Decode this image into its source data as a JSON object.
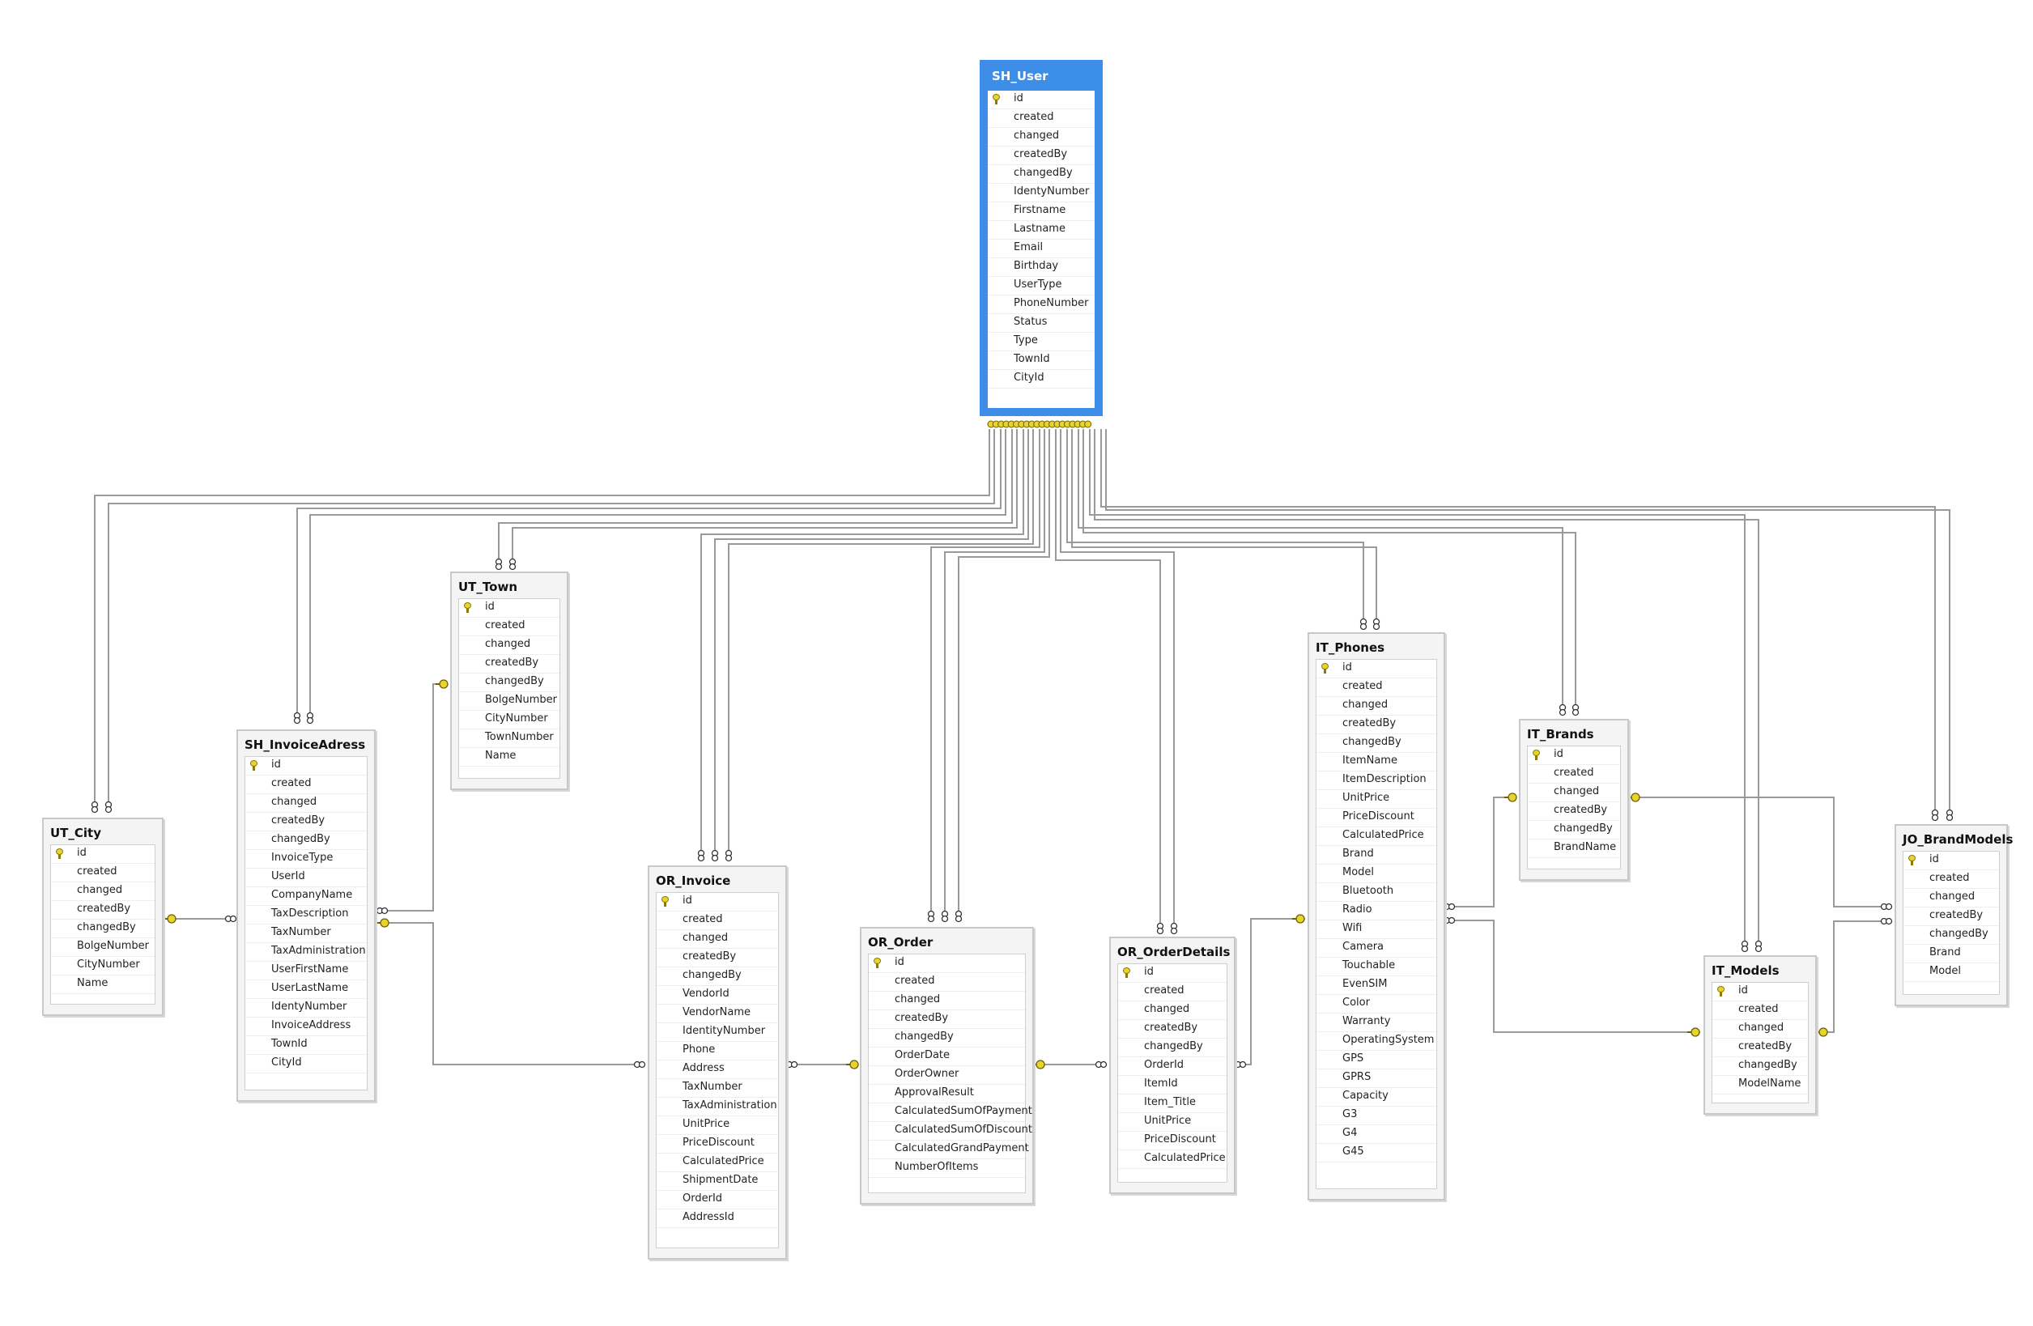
{
  "tables": [
    {
      "name": "SH_User",
      "selected": true,
      "columns": [
        "id",
        "created",
        "changed",
        "createdBy",
        "changedBy",
        "IdentyNumber",
        "Firstname",
        "Lastname",
        "Email",
        "Birthday",
        "UserType",
        "PhoneNumber",
        "Status",
        "Type",
        "TownId",
        "CityId"
      ]
    },
    {
      "name": "UT_Town",
      "columns": [
        "id",
        "created",
        "changed",
        "createdBy",
        "changedBy",
        "BolgeNumber",
        "CityNumber",
        "TownNumber",
        "Name"
      ]
    },
    {
      "name": "SH_InvoiceAdress",
      "columns": [
        "id",
        "created",
        "changed",
        "createdBy",
        "changedBy",
        "InvoiceType",
        "UserId",
        "CompanyName",
        "TaxDescription",
        "TaxNumber",
        "TaxAdministration",
        "UserFirstName",
        "UserLastName",
        "IdentyNumber",
        "InvoiceAddress",
        "TownId",
        "CityId"
      ]
    },
    {
      "name": "UT_City",
      "columns": [
        "id",
        "created",
        "changed",
        "createdBy",
        "changedBy",
        "BolgeNumber",
        "CityNumber",
        "Name"
      ]
    },
    {
      "name": "OR_Invoice",
      "columns": [
        "id",
        "created",
        "changed",
        "createdBy",
        "changedBy",
        "VendorId",
        "VendorName",
        "IdentityNumber",
        "Phone",
        "Address",
        "TaxNumber",
        "TaxAdministration",
        "UnitPrice",
        "PriceDiscount",
        "CalculatedPrice",
        "ShipmentDate",
        "OrderId",
        "AddressId"
      ]
    },
    {
      "name": "OR_Order",
      "columns": [
        "id",
        "created",
        "changed",
        "createdBy",
        "changedBy",
        "OrderDate",
        "OrderOwner",
        "ApprovalResult",
        "CalculatedSumOfPayment",
        "CalculatedSumOfDiscount",
        "CalculatedGrandPayment",
        "NumberOfItems"
      ]
    },
    {
      "name": "OR_OrderDetails",
      "columns": [
        "id",
        "created",
        "changed",
        "createdBy",
        "changedBy",
        "OrderId",
        "ItemId",
        "Item_Title",
        "UnitPrice",
        "PriceDiscount",
        "CalculatedPrice"
      ]
    },
    {
      "name": "IT_Phones",
      "columns": [
        "id",
        "created",
        "changed",
        "createdBy",
        "changedBy",
        "ItemName",
        "ItemDescription",
        "UnitPrice",
        "PriceDiscount",
        "CalculatedPrice",
        "Brand",
        "Model",
        "Bluetooth",
        "Radio",
        "Wifi",
        "Camera",
        "Touchable",
        "EvenSIM",
        "Color",
        "Warranty",
        "OperatingSystem",
        "GPS",
        "GPRS",
        "Capacity",
        "G3",
        "G4",
        "G45"
      ]
    },
    {
      "name": "IT_Brands",
      "columns": [
        "id",
        "created",
        "changed",
        "createdBy",
        "changedBy",
        "BrandName"
      ]
    },
    {
      "name": "IT_Models",
      "columns": [
        "id",
        "created",
        "changed",
        "createdBy",
        "changedBy",
        "ModelName"
      ]
    },
    {
      "name": "JO_BrandModels",
      "columns": [
        "id",
        "created",
        "changed",
        "createdBy",
        "changedBy",
        "Brand",
        "Model"
      ]
    }
  ]
}
